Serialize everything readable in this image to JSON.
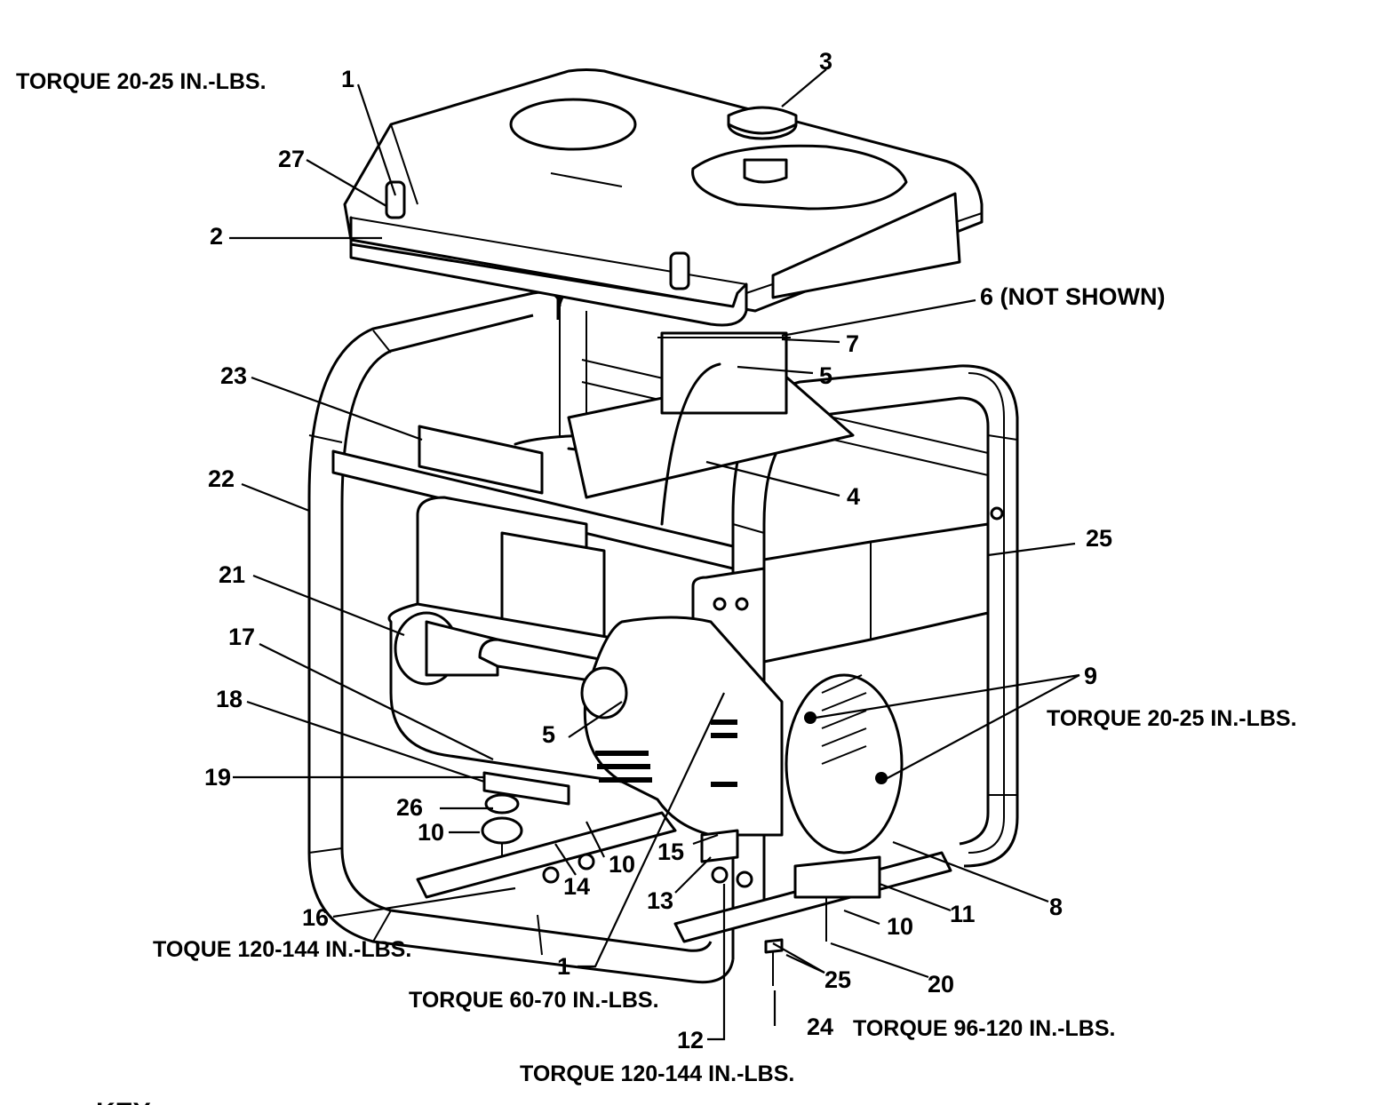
{
  "callouts": {
    "c1_top": "1",
    "c2": "2",
    "c3": "3",
    "c4": "4",
    "c5_top": "5",
    "c5_mid": "5",
    "c6": "6 (NOT SHOWN)",
    "c7": "7",
    "c8": "8",
    "c9": "9",
    "c10_left": "10",
    "c10_mid": "10",
    "c10_right": "10",
    "c11": "11",
    "c12": "12",
    "c13": "13",
    "c14": "14",
    "c15": "15",
    "c16": "16",
    "c17": "17",
    "c18": "18",
    "c19": "19",
    "c20": "20",
    "c21": "21",
    "c22": "22",
    "c23": "23",
    "c24": "24",
    "c25_right": "25",
    "c25_bottom": "25",
    "c26": "26",
    "c27": "27",
    "c1_bottom": "1"
  },
  "torque_notes": {
    "top_left": "TORQUE 20-25 IN.-LBS.",
    "right": "TORQUE 20-25 IN.-LBS.",
    "bottom_left": "TOQUE 120-144 IN.-LBS.",
    "bottom_center": "TORQUE 60-70 IN.-LBS.",
    "bottom_right": "TORQUE 96-120 IN.-LBS.",
    "bottom": "TORQUE 120-144 IN.-LBS."
  },
  "footer_partial": "KEY"
}
